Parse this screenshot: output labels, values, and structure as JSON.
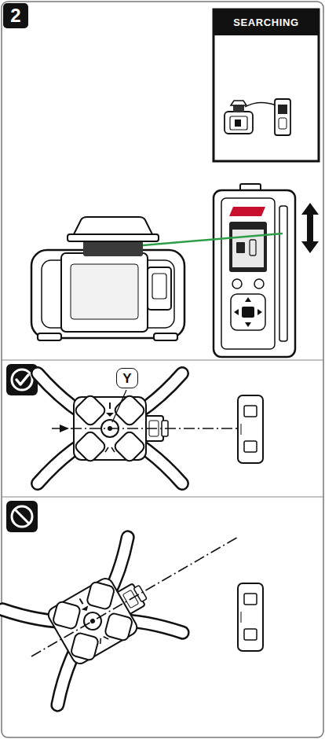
{
  "diagram": {
    "nodes": [
      {
        "text": [
          "2"
        ]
      },
      {
        "text": [
          "SEARCHING"
        ]
      },
      {
        "text": [
          "Y"
        ]
      }
    ]
  }
}
